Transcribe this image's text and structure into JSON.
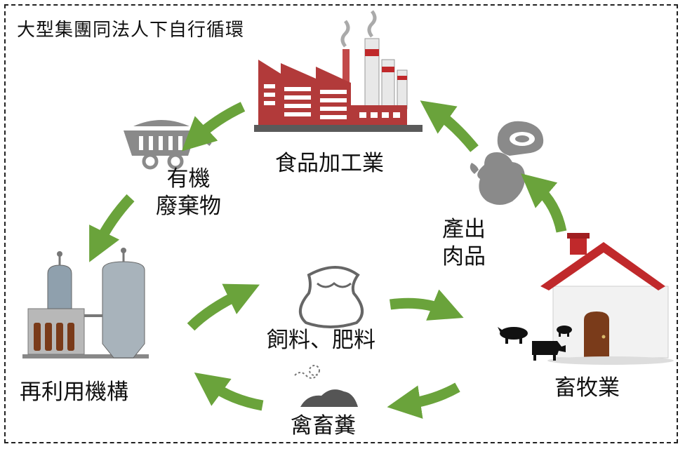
{
  "title": "大型集團同法人下自行循環",
  "nodes": {
    "food_processing": "食品加工業",
    "organic_waste_line1": "有機",
    "organic_waste_line2": "廢棄物",
    "reuse_facility": "再利用機構",
    "feed_fertilizer": "飼料、肥料",
    "livestock_industry": "畜牧業",
    "manure": "禽畜糞",
    "meat_output_line1": "產出",
    "meat_output_line2": "肉品"
  },
  "colors": {
    "arrow": "#6aa33b",
    "factory": "#b23a3a",
    "roof": "#c0292b",
    "icon_gray": "#8a8a8a"
  }
}
